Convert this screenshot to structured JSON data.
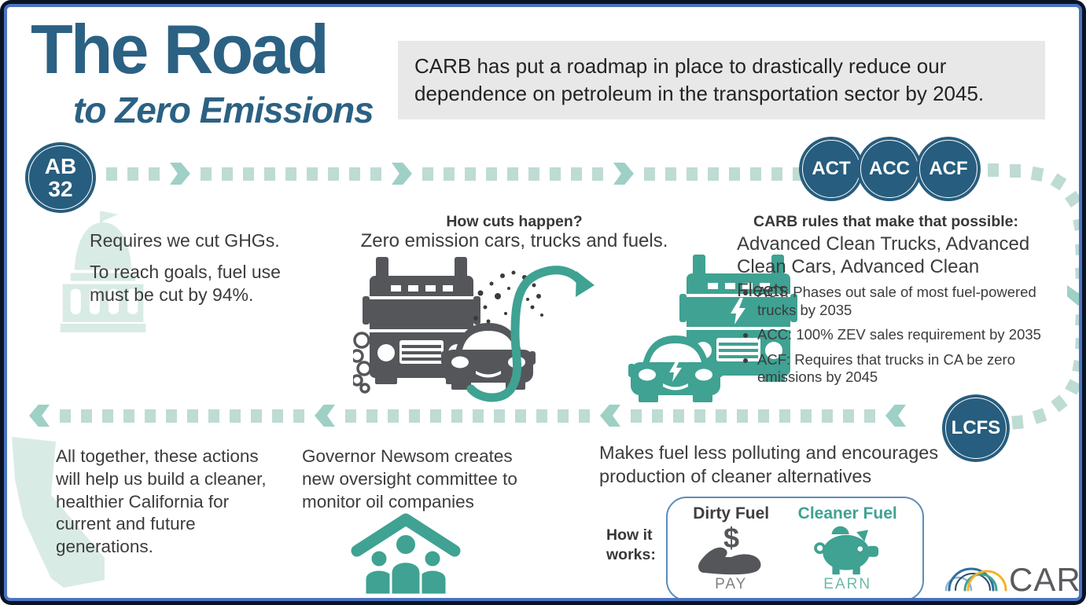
{
  "title": {
    "main": "The Road",
    "sub": "to Zero Emissions"
  },
  "intro": "CARB has put a roadmap in place to drastically reduce our dependence on petroleum in the transportation sector by 2045.",
  "badges": {
    "ab32_line1": "AB",
    "ab32_line2": "32",
    "act": "ACT",
    "acc": "ACC",
    "acf": "ACF",
    "lcfs": "LCFS"
  },
  "ab32_section": {
    "line1": "Requires we cut GHGs.",
    "line2": "To reach goals, fuel use must be cut by 94%."
  },
  "cuts_section": {
    "heading": "How cuts happen?",
    "subheading": "Zero emission cars, trucks and fuels."
  },
  "rules_section": {
    "heading": "CARB rules that make that possible:",
    "subheading": "Advanced Clean Trucks, Advanced Clean Cars, Advanced Clean Fleets",
    "bullets": [
      "ACT: Phases out sale of most fuel-powered trucks by 2035",
      "ACC: 100% ZEV sales requirement by 2035",
      "ACF: Requires that trucks in CA be zero emissions by 2045"
    ]
  },
  "together_section": {
    "text": "All together, these actions will help us build a cleaner, healthier California for current and future generations."
  },
  "oversight_section": {
    "text": "Governor Newsom creates new oversight committee to monitor oil companies"
  },
  "lcfs_section": {
    "text": "Makes fuel less polluting and encourages production of cleaner alternatives",
    "how_label": "How it works:",
    "dirty": {
      "title": "Dirty Fuel",
      "symbol": "$",
      "action": "PAY"
    },
    "cleaner": {
      "title": "Cleaner Fuel",
      "action": "EARN"
    }
  },
  "logo": {
    "text": "CARB"
  },
  "icons": {
    "capitol": "capitol-building-icon",
    "dirty_truck": "polluting-truck-icon",
    "dirty_car": "polluting-car-icon",
    "clean_car": "electric-car-icon",
    "clean_truck": "electric-truck-icon",
    "transition_arrow": "s-curve-arrow-icon",
    "california": "california-map-icon",
    "people": "people-under-roof-icon",
    "pay": "hand-dollar-icon",
    "earn": "piggy-bank-icon",
    "logo": "carb-arcs-logo"
  },
  "colors": {
    "brand_blue": "#2b6183",
    "badge_blue": "#275d7e",
    "teal": "#3fa292",
    "mint": "#d9ebe5",
    "road_dash": "#bedbd4",
    "road_arrow": "#9ed0c6",
    "gray": "#55565a",
    "box_gray": "#e8e8e8",
    "frame_blue": "#4a74c0"
  }
}
